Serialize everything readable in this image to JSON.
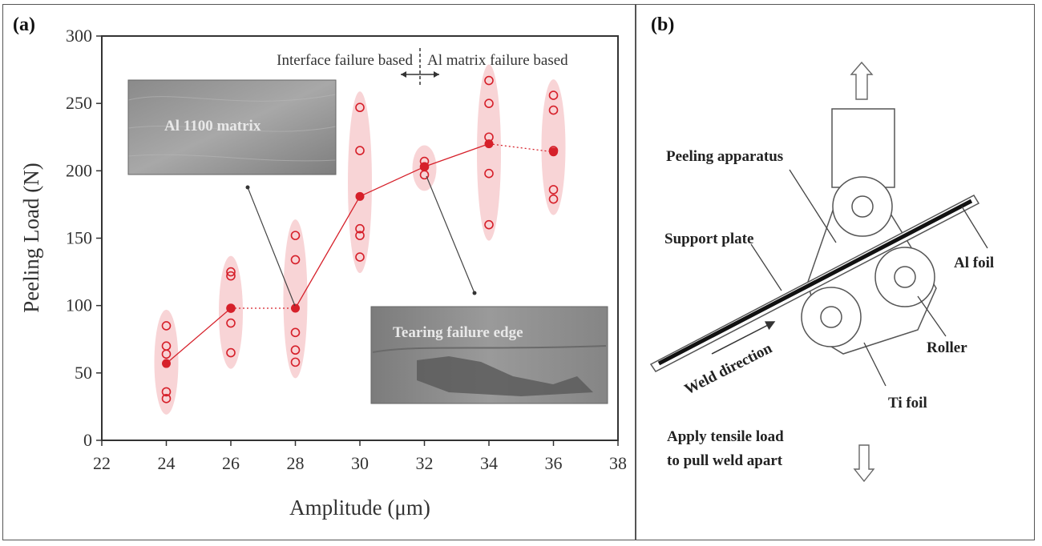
{
  "panel_a": {
    "label": "(a)",
    "annotations": {
      "left_region": "Interface failure based",
      "right_region": "Al matrix failure based",
      "photo_top": "Al 1100 matrix",
      "photo_bottom": "Tearing failure edge"
    }
  },
  "panel_b": {
    "label": "(b)",
    "labels": {
      "peeling_apparatus": "Peeling apparatus",
      "support_plate": "Support plate",
      "al_foil": "Al foil",
      "roller": "Roller",
      "ti_foil": "Ti foil",
      "weld_direction": "Weld direction",
      "apply_line1": "Apply tensile load",
      "apply_line2": "to pull weld apart"
    }
  },
  "chart_data": {
    "type": "scatter",
    "title": "",
    "xlabel": "Amplitude (μm)",
    "ylabel": "Peeling Load (N)",
    "xlim": [
      22,
      38
    ],
    "ylim": [
      0,
      300
    ],
    "xticks": [
      "22",
      "24",
      "26",
      "28",
      "30",
      "32",
      "34",
      "36",
      "38"
    ],
    "yticks": [
      "0",
      "50",
      "100",
      "150",
      "200",
      "250",
      "300"
    ],
    "accent_color": "#d6202a",
    "highlight_color": "#f6c6c8",
    "series": [
      {
        "values": [
          {
            "x": 24,
            "y": [
              85,
              70,
              64,
              36,
              31
            ]
          },
          {
            "x": 26,
            "y": [
              125,
              122,
              98,
              87,
              65
            ]
          },
          {
            "x": 28,
            "y": [
              152,
              134,
              80,
              67,
              58
            ]
          },
          {
            "x": 30,
            "y": [
              247,
              215,
              157,
              152,
              136
            ]
          },
          {
            "x": 32,
            "y": [
              207,
              203,
              197
            ]
          },
          {
            "x": 34,
            "y": [
              267,
              250,
              225,
              198,
              160
            ]
          },
          {
            "x": 36,
            "y": [
              256,
              245,
              215,
              186,
              179
            ]
          }
        ]
      },
      {
        "values": [
          {
            "x": 24,
            "y": 57
          },
          {
            "x": 26,
            "y": 98
          },
          {
            "x": 28,
            "y": 98
          },
          {
            "x": 30,
            "y": 181
          },
          {
            "x": 32,
            "y": 203
          },
          {
            "x": 34,
            "y": 220
          },
          {
            "x": 36,
            "y": 214
          }
        ]
      }
    ]
  }
}
